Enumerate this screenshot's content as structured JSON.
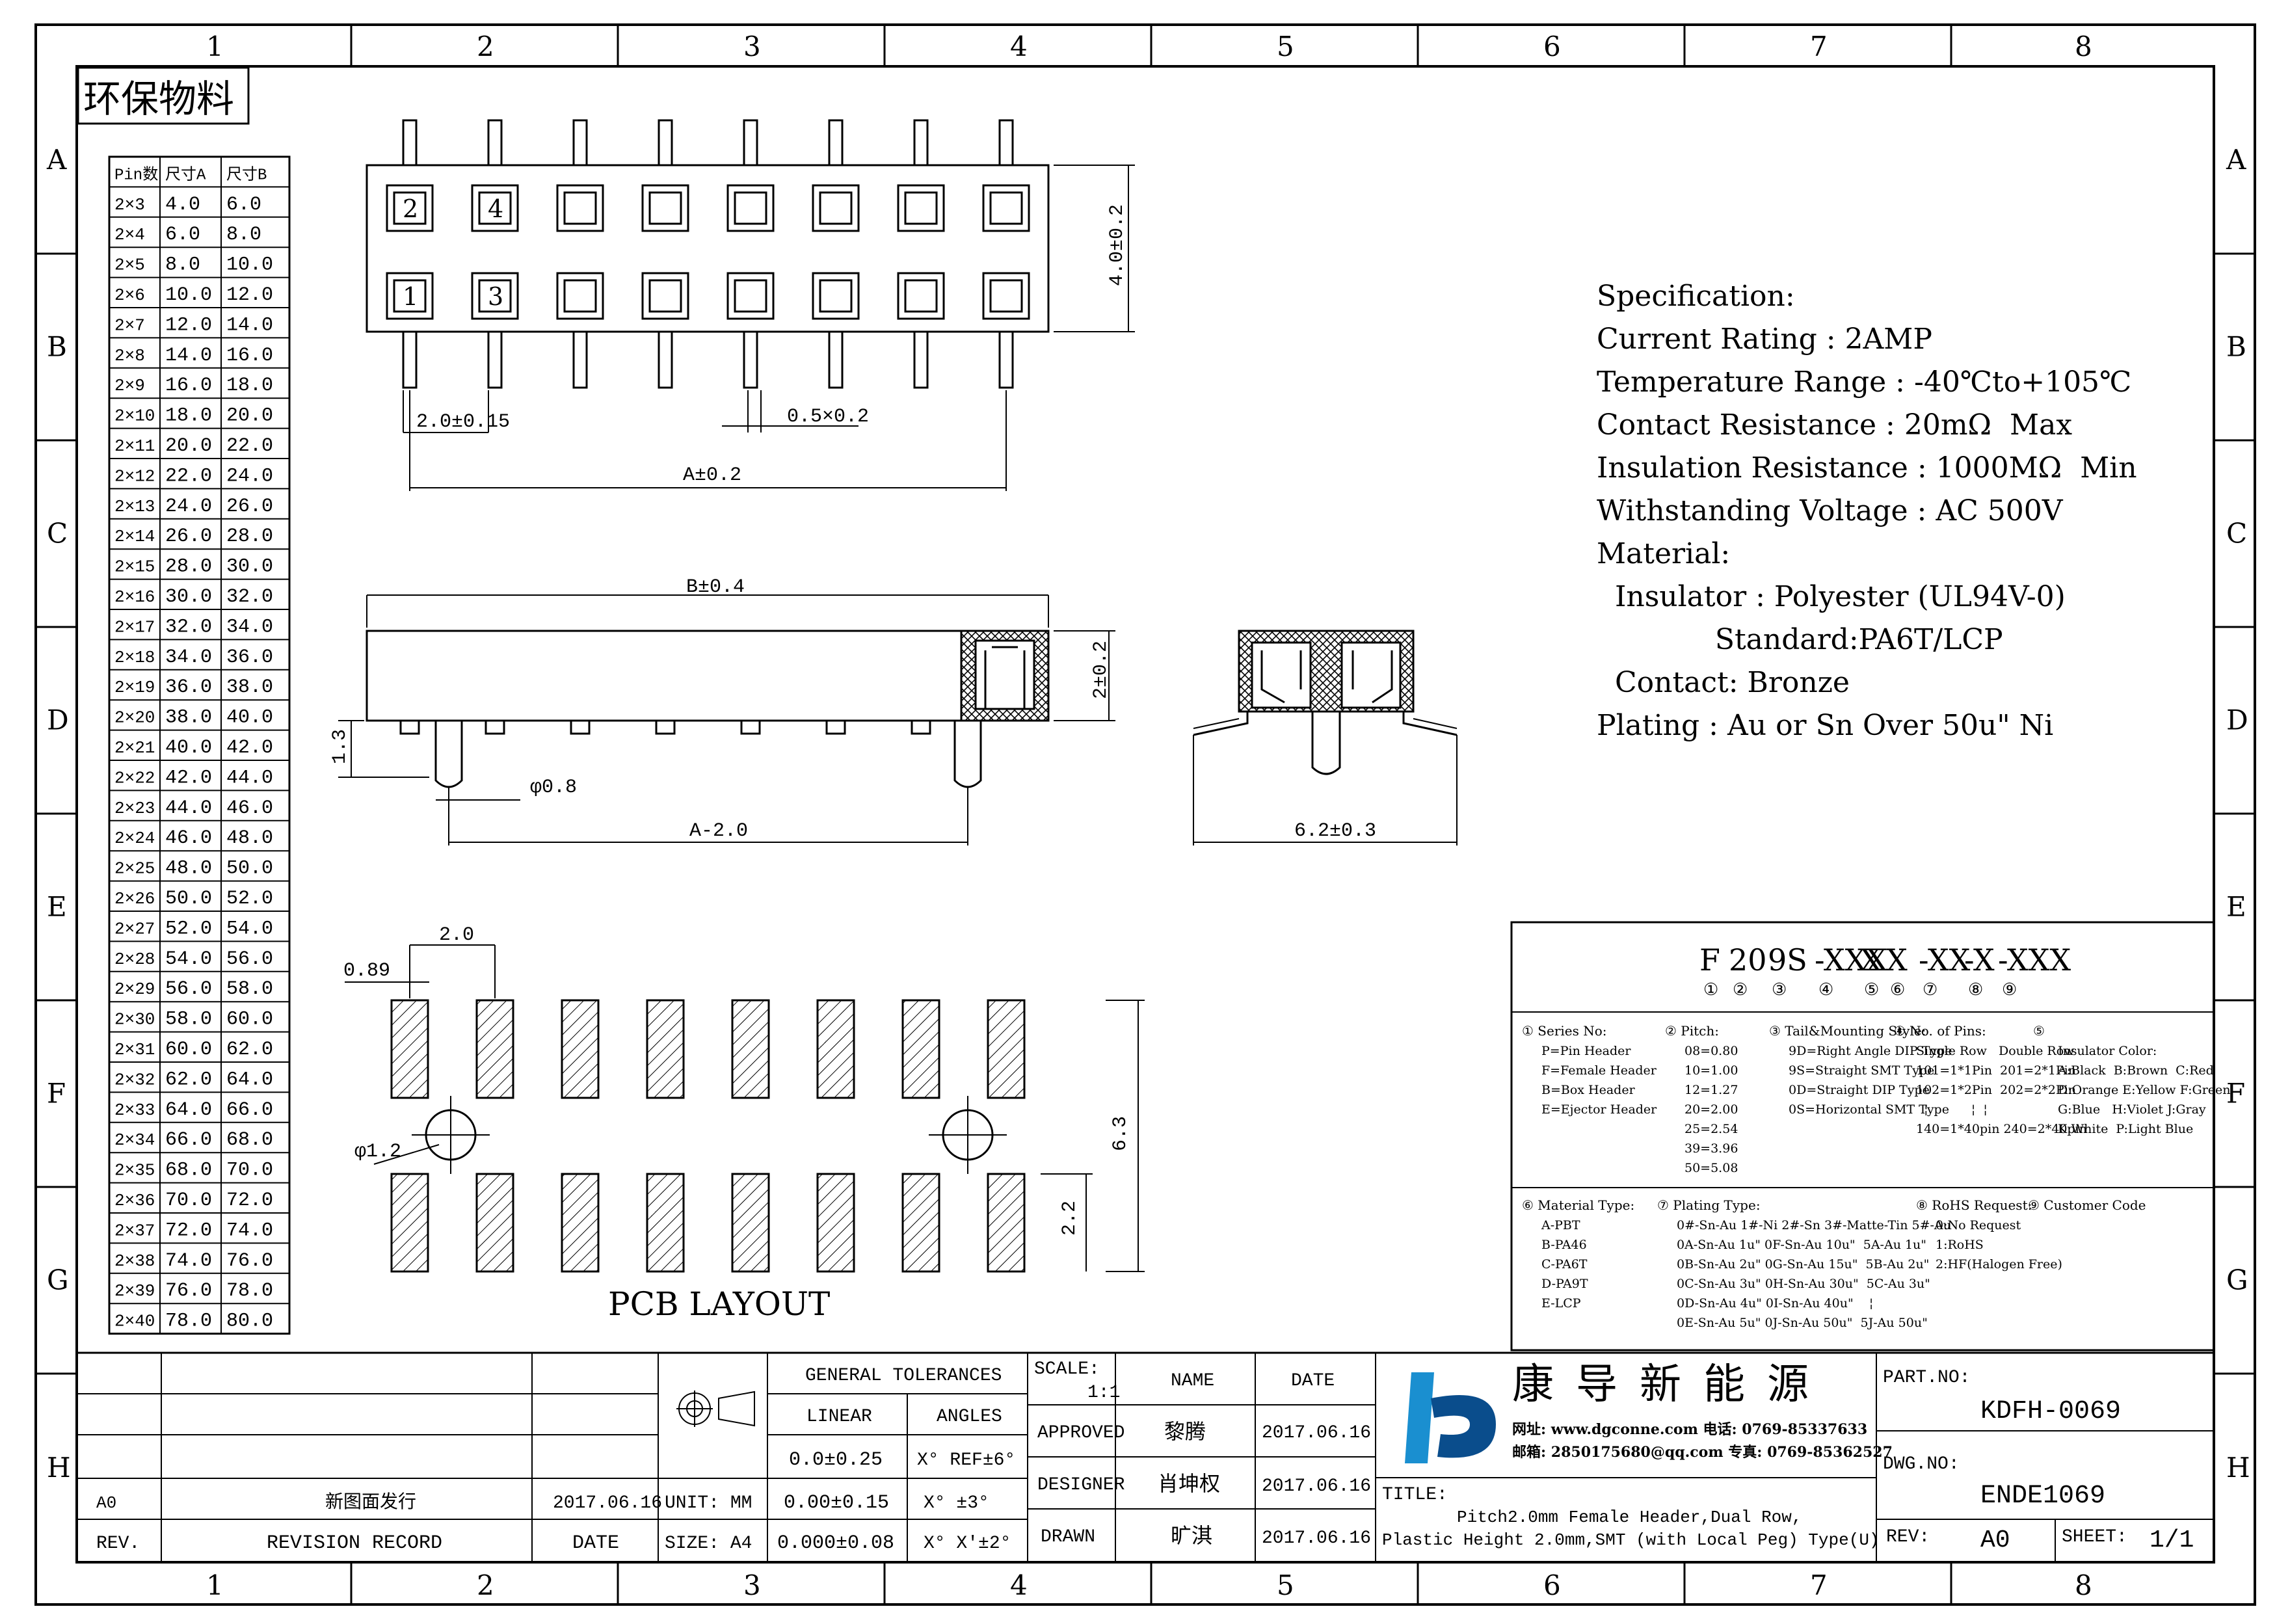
{
  "frame": {
    "columns": [
      "1",
      "2",
      "3",
      "4",
      "5",
      "6",
      "7",
      "8"
    ],
    "rows": [
      "A",
      "B",
      "C",
      "D",
      "E",
      "F",
      "G",
      "H"
    ]
  },
  "eco_stamp": "环保物料",
  "pin_table": {
    "headers": [
      "Pin数",
      "尺寸A",
      "尺寸B"
    ],
    "rows": [
      [
        "2×3",
        "4.0",
        "6.0"
      ],
      [
        "2×4",
        "6.0",
        "8.0"
      ],
      [
        "2×5",
        "8.0",
        "10.0"
      ],
      [
        "2×6",
        "10.0",
        "12.0"
      ],
      [
        "2×7",
        "12.0",
        "14.0"
      ],
      [
        "2×8",
        "14.0",
        "16.0"
      ],
      [
        "2×9",
        "16.0",
        "18.0"
      ],
      [
        "2×10",
        "18.0",
        "20.0"
      ],
      [
        "2×11",
        "20.0",
        "22.0"
      ],
      [
        "2×12",
        "22.0",
        "24.0"
      ],
      [
        "2×13",
        "24.0",
        "26.0"
      ],
      [
        "2×14",
        "26.0",
        "28.0"
      ],
      [
        "2×15",
        "28.0",
        "30.0"
      ],
      [
        "2×16",
        "30.0",
        "32.0"
      ],
      [
        "2×17",
        "32.0",
        "34.0"
      ],
      [
        "2×18",
        "34.0",
        "36.0"
      ],
      [
        "2×19",
        "36.0",
        "38.0"
      ],
      [
        "2×20",
        "38.0",
        "40.0"
      ],
      [
        "2×21",
        "40.0",
        "42.0"
      ],
      [
        "2×22",
        "42.0",
        "44.0"
      ],
      [
        "2×23",
        "44.0",
        "46.0"
      ],
      [
        "2×24",
        "46.0",
        "48.0"
      ],
      [
        "2×25",
        "48.0",
        "50.0"
      ],
      [
        "2×26",
        "50.0",
        "52.0"
      ],
      [
        "2×27",
        "52.0",
        "54.0"
      ],
      [
        "2×28",
        "54.0",
        "56.0"
      ],
      [
        "2×29",
        "56.0",
        "58.0"
      ],
      [
        "2×30",
        "58.0",
        "60.0"
      ],
      [
        "2×31",
        "60.0",
        "62.0"
      ],
      [
        "2×32",
        "62.0",
        "64.0"
      ],
      [
        "2×33",
        "64.0",
        "66.0"
      ],
      [
        "2×34",
        "66.0",
        "68.0"
      ],
      [
        "2×35",
        "68.0",
        "70.0"
      ],
      [
        "2×36",
        "70.0",
        "72.0"
      ],
      [
        "2×37",
        "72.0",
        "74.0"
      ],
      [
        "2×38",
        "74.0",
        "76.0"
      ],
      [
        "2×39",
        "76.0",
        "78.0"
      ],
      [
        "2×40",
        "78.0",
        "80.0"
      ]
    ]
  },
  "top_view": {
    "pin_numbers": [
      "2",
      "4",
      "1",
      "3"
    ],
    "dim_pitch": "2.0±0.15",
    "dim_pin": "0.5×0.2",
    "dim_a": "A±0.2",
    "dim_height": "4.0±0.2"
  },
  "side_view": {
    "dim_b": "B±0.4",
    "dim_height": "2±0.2",
    "dim_standoff": "1.3",
    "dim_peg": "φ0.8",
    "dim_a2": "A-2.0"
  },
  "end_view": {
    "dim_width": "6.2±0.3"
  },
  "pcb_layout": {
    "title": "PCB LAYOUT",
    "dim_pitch": "2.0",
    "dim_pad": "0.89",
    "dim_hole": "φ1.2",
    "dim_row": "6.3",
    "dim_pad_len": "2.2"
  },
  "specification": {
    "lines": [
      "Specification:",
      "Current Rating : 2AMP",
      "Temperature Range : -40℃to+105℃",
      "Contact Resistance : 20mΩ  Max",
      "Insulation Resistance : 1000MΩ  Min",
      "Withstanding Voltage : AC 500V",
      "Material:",
      "  Insulator : Polyester (UL94V-0)",
      "             Standard:PA6T/LCP",
      "  Contact: Bronze",
      "Plating : Au or Sn Over 50u\" Ni"
    ]
  },
  "part_code": {
    "segments": [
      "F",
      "20",
      "9S",
      "-XXX",
      "X",
      "X",
      "-XX",
      "-X",
      "-XXX"
    ],
    "circled": [
      "①",
      "②",
      "③",
      "④",
      "⑤",
      "⑥",
      "⑦",
      "⑧",
      "⑨"
    ],
    "blocks": [
      {
        "title": "① Series No:",
        "lines": [
          "P=Pin Header",
          "F=Female Header",
          "B=Box Header",
          "E=Ejector Header"
        ]
      },
      {
        "title": "② Pitch:",
        "lines": [
          "08=0.80",
          "10=1.00",
          "12=1.27",
          "20=2.00",
          "25=2.54",
          "39=3.96",
          "50=5.08"
        ]
      },
      {
        "title": "③ Tail&Mounting Style:",
        "lines": [
          "9D=Right Angle DIP Type",
          "9S=Straight SMT Type",
          "0D=Straight DIP Type",
          "0S=Horizontal SMT Type"
        ]
      },
      {
        "title": "④ No. of Pins:",
        "lines": [
          "Single Row   Double Row",
          "101=1*1Pin  201=2*1Pin",
          "102=1*2Pin  202=2*2Pin",
          "  ¦           ¦  ¦",
          "140=1*40pin 240=2*40pin"
        ]
      },
      {
        "title": "⑤",
        "lines": [
          "Insulator Color:",
          "A:Black  B:Brown  C:Red",
          "D:Orange E:Yellow F:Green",
          "G:Blue   H:Violet J:Gray",
          "K:White  P:Light Blue"
        ]
      },
      {
        "title": "⑥ Material Type:",
        "lines": [
          "A-PBT",
          "B-PA46",
          "C-PA6T",
          "D-PA9T",
          "E-LCP"
        ]
      },
      {
        "title": "⑦ Plating Type:",
        "lines": [
          "0#-Sn-Au 1#-Ni 2#-Sn 3#-Matte-Tin 5#-Au",
          "0A-Sn-Au 1u\" 0F-Sn-Au 10u\"  5A-Au 1u\"",
          "0B-Sn-Au 2u\" 0G-Sn-Au 15u\"  5B-Au 2u\"",
          "0C-Sn-Au 3u\" 0H-Sn-Au 30u\"  5C-Au 3u\"",
          "0D-Sn-Au 4u\" 0I-Sn-Au 40u\"    ¦",
          "0E-Sn-Au 5u\" 0J-Sn-Au 50u\"  5J-Au 50u\""
        ]
      },
      {
        "title": "⑧ RoHS Request:",
        "lines": [
          "0:No Request",
          "1:RoHS",
          "2:HF(Halogen Free)"
        ]
      },
      {
        "title": "⑨ Customer Code",
        "lines": []
      }
    ]
  },
  "title_block": {
    "rev_row": {
      "rev": "A0",
      "record": "新图面发行",
      "date": "2017.06.16"
    },
    "rev_header": {
      "rev": "REV.",
      "record": "REVISION RECORD",
      "date": "DATE"
    },
    "tolerances": {
      "title": "GENERAL TOLERANCES",
      "linear": "LINEAR",
      "angles": "ANGLES",
      "r1": [
        "0.0±0.25",
        "X° REF±6°"
      ],
      "r2": [
        "0.00±0.15",
        "X° ±3°"
      ],
      "r3": [
        "0.000±0.08",
        "X° X'±2°"
      ]
    },
    "unit": "UNIT: MM",
    "size": "SIZE: A4",
    "scale_label": "SCALE:",
    "scale": "1:1",
    "name_label": "NAME",
    "date_label": "DATE",
    "approved": {
      "label": "APPROVED",
      "name": "黎腾",
      "date": "2017.06.16"
    },
    "designer": {
      "label": "DESIGNER",
      "name": "肖坤权",
      "date": "2017.06.16"
    },
    "drawn": {
      "label": "DRAWN",
      "name": "旷淇",
      "date": "2017.06.16"
    },
    "company": "康导新能源",
    "contact1": "网址: www.dgconne.com  电话: 0769-85337633",
    "contact2": "邮箱: 2850175680@qq.com  专真: 0769-85362527",
    "title_label": "TITLE:",
    "title_l1": "Pitch2.0mm Female Header,Dual Row,",
    "title_l2": "Plastic Height 2.0mm,SMT (with Local Peg) Type(U)",
    "part_label": "PART.NO:",
    "part_no": "KDFH-0069",
    "dwg_label": "DWG.NO:",
    "dwg_no": "ENDE1069",
    "rev_label": "REV:",
    "rev": "A0",
    "sheet_label": "SHEET:",
    "sheet": "1/1"
  },
  "colors": {
    "line": "#000000",
    "logo_blue": "#1a8fd0",
    "logo_dark": "#0a4d8c"
  }
}
